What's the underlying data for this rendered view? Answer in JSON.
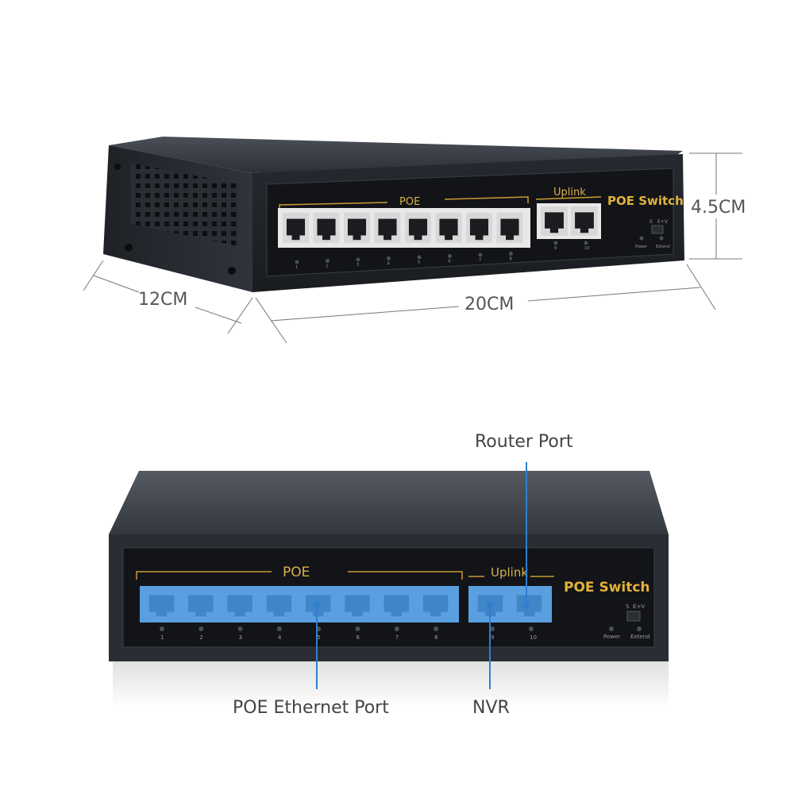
{
  "top_view": {
    "poe_label": "POE",
    "uplink_label": "Uplink",
    "brand": "POE Switch",
    "switch_s": "S",
    "switch_ev": "E+V",
    "power_label": "Power",
    "extend_label": "Extend",
    "port_numbers": [
      "1",
      "2",
      "3",
      "4",
      "5",
      "6",
      "7",
      "8",
      "9",
      "10"
    ],
    "dimensions": {
      "width": "20CM",
      "depth": "12CM",
      "height": "4.5CM"
    }
  },
  "bottom_view": {
    "poe_label": "POE",
    "uplink_label": "Uplink",
    "brand": "POE Switch",
    "switch_s": "S",
    "switch_ev": "E+V",
    "power_label": "Power",
    "extend_label": "Extend",
    "port_numbers": [
      "1",
      "2",
      "3",
      "4",
      "5",
      "6",
      "7",
      "8",
      "9",
      "10"
    ],
    "callouts": {
      "router_port": "Router Port",
      "poe_ethernet_port": "POE Ethernet Port",
      "nvr": "NVR"
    }
  },
  "colors": {
    "chassis": "#2c3038",
    "panel": "#14161a",
    "accent_gold": "#d8a93a",
    "port_highlight": "#5aa0e0",
    "callout_line": "#2f7fd0"
  }
}
